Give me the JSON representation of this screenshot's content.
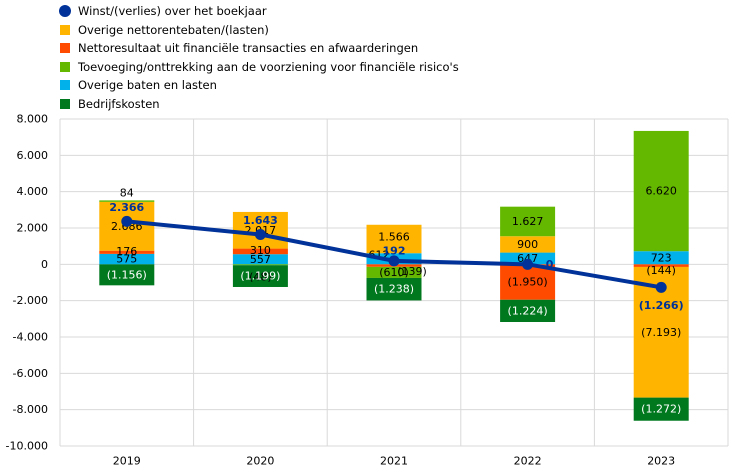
{
  "chart_data": {
    "type": "bar",
    "stacked": true,
    "categories": [
      "2019",
      "2020",
      "2021",
      "2022",
      "2023"
    ],
    "ylim": [
      -10000,
      8000
    ],
    "yticks": [
      8000,
      6000,
      4000,
      2000,
      0,
      -2000,
      -4000,
      -6000,
      -8000,
      -10000
    ],
    "ytick_labels": [
      "8.000",
      "6.000",
      "4.000",
      "2.000",
      "0",
      "-2.000",
      "-4.000",
      "-6.000",
      "-8.000",
      "-10.000"
    ],
    "grid": true,
    "legend_position": "top-left",
    "series": [
      {
        "name": "Overige baten en lasten",
        "color": "#00b1ea",
        "values": [
          575,
          557,
          612,
          647,
          723
        ],
        "labels": [
          "575",
          "557",
          "612",
          "647",
          "723"
        ]
      },
      {
        "name": "Nettoresultaat uit financiële transacties en afwaarderingen",
        "color": "#ff4b00",
        "values": [
          176,
          310,
          -139,
          -1950,
          -144
        ],
        "labels": [
          "176",
          "310",
          "(139)",
          "(1.950)",
          "(144)"
        ]
      },
      {
        "name": "Overige nettorentebaten/(lasten)",
        "color": "#ffb400",
        "values": [
          2686,
          2017,
          1566,
          900,
          -7193
        ],
        "labels": [
          "2.686",
          "2.017",
          "1.566",
          "900",
          "(7.193)"
        ]
      },
      {
        "name": "Toevoeging/onttrekking aan de voorziening voor financiële risico's",
        "color": "#65b800",
        "values": [
          84,
          -48,
          -610,
          1627,
          6620
        ],
        "labels": [
          "84",
          "(48)",
          "(610)",
          "1.627",
          "6.620"
        ]
      },
      {
        "name": "Bedrijfskosten",
        "color": "#00781e",
        "values": [
          -1156,
          -1199,
          -1238,
          -1224,
          -1272
        ],
        "labels": [
          "(1.156)",
          "(1.199)",
          "(1.238)",
          "(1.224)",
          "(1.272)"
        ]
      }
    ],
    "line": {
      "name": "Winst/(verlies) over het boekjaar",
      "color": "#003299",
      "values": [
        2366,
        1643,
        192,
        0,
        -1266
      ],
      "labels": [
        "2.366",
        "1.643",
        "192",
        "0",
        "(1.266)"
      ]
    },
    "legend_order": [
      "Winst/(verlies) over het boekjaar",
      "Overige nettorentebaten/(lasten)",
      "Nettoresultaat uit financiële transacties en afwaarderingen",
      "Toevoeging/onttrekking aan de voorziening voor financiële risico's",
      "Overige baten en lasten",
      "Bedrijfskosten"
    ]
  }
}
